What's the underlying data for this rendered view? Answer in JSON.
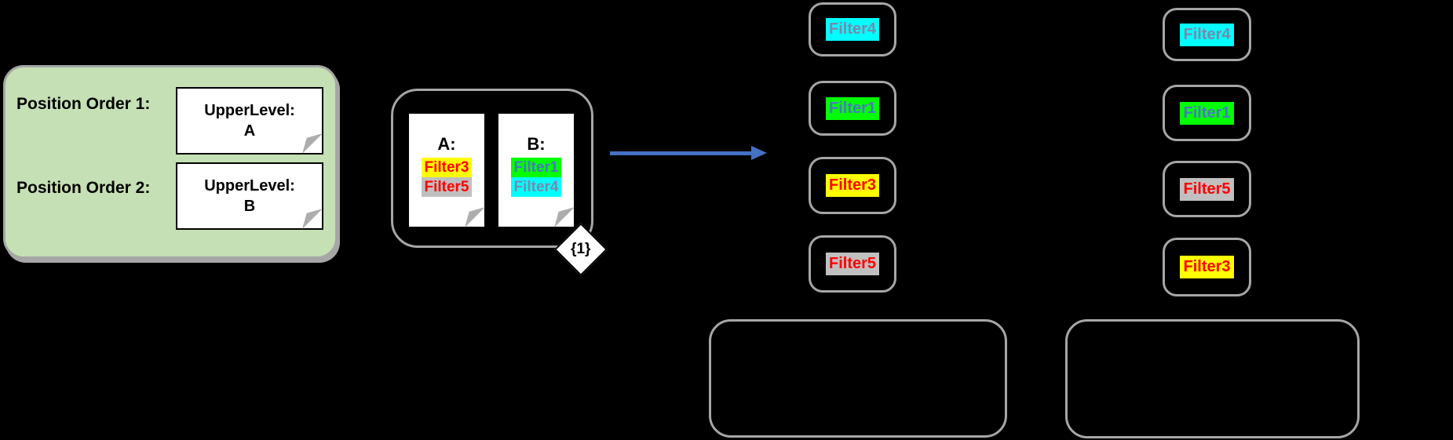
{
  "palette": {
    "background": "#000000",
    "legend_green": "#C5E0B4",
    "outline_gray": "#A6A6A6",
    "note_fold_gray": "#ADADAD",
    "arrow_blue": "#4472C4",
    "filter_red_text": "#FF0000",
    "filter_blue_text": "#4A78C4",
    "filter_bluegray_text": "#7B88AC",
    "yellow": "#FFFF00",
    "gray": "#C0C0C0",
    "green": "#00FF00",
    "cyan": "#00FFFF"
  },
  "legend": {
    "rows": [
      {
        "label": "Position Order 1:",
        "note": {
          "line1": "UpperLevel:",
          "line2": "A"
        }
      },
      {
        "label": "Position Order 2:",
        "note": {
          "line1": "UpperLevel:",
          "line2": "B"
        }
      }
    ]
  },
  "source": {
    "badge": "{1}",
    "notes": [
      {
        "title": "A:",
        "chips": [
          {
            "label": "Filter3",
            "style": "background:#FFFF00;color:#FF0000"
          },
          {
            "label": "Filter5",
            "style": "background:#BFBFBF;color:#FF0000"
          }
        ]
      },
      {
        "title": "B:",
        "chips": [
          {
            "label": "Filter1",
            "style": "background:#00FF00;color:#4A78C4"
          },
          {
            "label": "Filter4",
            "style": "background:#00FFFF;color:#7B88AC"
          }
        ]
      }
    ]
  },
  "results": {
    "columns": [
      {
        "boxes": [
          {
            "label": "Filter4",
            "style": "background:#00FFFF;color:#7B88AC"
          },
          {
            "label": "Filter1",
            "style": "background:#00FF00;color:#4A78C4"
          },
          {
            "label": "Filter3",
            "style": "background:#FFFF00;color:#FF0000"
          },
          {
            "label": "Filter5",
            "style": "background:#C0C0C0;color:#FF0000"
          }
        ]
      },
      {
        "boxes": [
          {
            "label": "Filter4",
            "style": "background:#00FFFF;color:#7B88AC"
          },
          {
            "label": "Filter1",
            "style": "background:#00FF00;color:#4A78C4"
          },
          {
            "label": "Filter5",
            "style": "background:#C0C0C0;color:#FF0000"
          },
          {
            "label": "Filter3",
            "style": "background:#FFFF00;color:#FF0000"
          }
        ]
      }
    ]
  }
}
